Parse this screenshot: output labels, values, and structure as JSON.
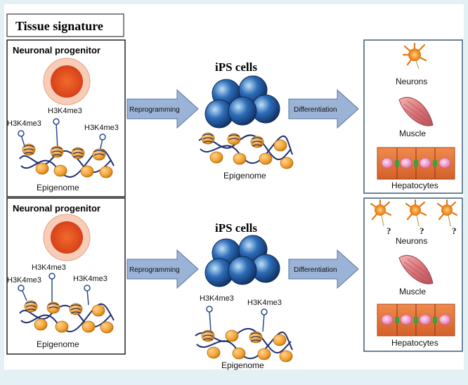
{
  "title": "Tissue signature",
  "rows": [
    {
      "source_label": "Neuronal progenitor",
      "source_marks": [
        "H3K4me3",
        "H3K4me3",
        "H3K4me3"
      ],
      "source_epigenome": "Epigenome",
      "arrow1": "Reprogramming",
      "ips_label": "iPS cells",
      "ips_marks": [],
      "ips_epigenome": "Epigenome",
      "arrow2": "Differentiation",
      "outputs": [
        "Neurons",
        "Muscle",
        "Hepatocytes"
      ],
      "question_marks": []
    },
    {
      "source_label": "Neuronal progenitor",
      "source_marks": [
        "H3K4me3",
        "H3K4me3",
        "H3K4me3"
      ],
      "source_epigenome": "Epigenome",
      "arrow1": "Reprogramming",
      "ips_label": "iPS cells",
      "ips_marks": [
        "H3K4me3",
        "H3K4me3"
      ],
      "ips_epigenome": "Epigenome",
      "arrow2": "Differentiation",
      "outputs": [
        "Neurons",
        "Muscle",
        "Hepatocytes"
      ],
      "question_marks": [
        "?",
        "?",
        "?"
      ]
    }
  ],
  "colors": {
    "background": "#e3f1f5",
    "panel_border": "#3b5a7a",
    "arrow_fill": "#9ab3d6",
    "arrow_stroke": "#5b769e",
    "nucleosome": "#f0a030",
    "ips_cell": "#2d5f9e",
    "progenitor_cell": "#e8501c",
    "neuron": "#f08a20",
    "muscle": "#d9757a",
    "hepatocyte": "#e27a3c"
  }
}
